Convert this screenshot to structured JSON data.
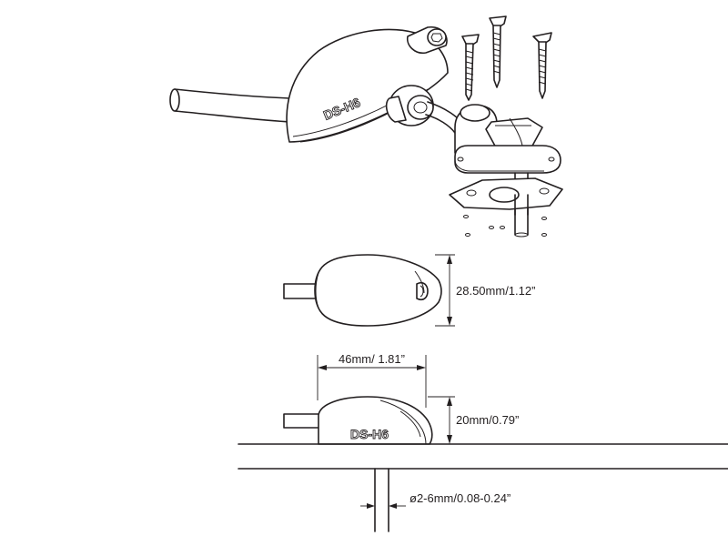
{
  "product_label": "DS-H6",
  "dimensions": {
    "width": "28.50mm/1.12”",
    "length": "46mm/ 1.81”",
    "height": "20mm/0.79”",
    "cable_diameter": "ø2-6mm/0.08-0.24”"
  },
  "colors": {
    "line": "#231f20",
    "background": "#ffffff"
  }
}
